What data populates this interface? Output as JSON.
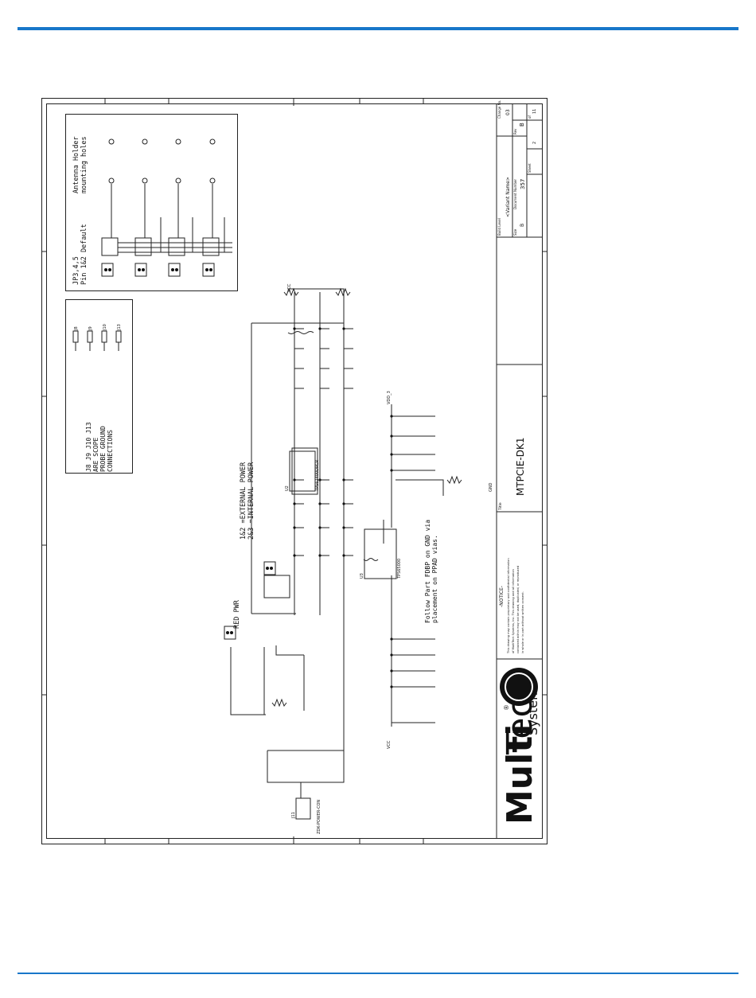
{
  "schematic": {
    "antenna_notes": [
      "Antenna Holder",
      "mounting holes"
    ],
    "jp_notes": [
      "JP3,4,5",
      "Pin 1&2 Default"
    ],
    "probe_notes": [
      "J8 J9 J10 J13",
      "ARE SCOPE",
      "PROBE GROUND",
      "CONNECTIONS"
    ],
    "power_notes": [
      "1&2 =EXTERNAL POWER",
      "2&3 =INTERNAL POWER"
    ],
    "red_pwr": "RED PWR",
    "follow_notes": [
      "Follow Part FDBP on GND via",
      "placement on PPAD vias."
    ],
    "probe_labels": [
      "J8",
      "J9",
      "J10",
      "J13"
    ],
    "ic_u2": "U2",
    "ic_u2_part": "TPS62400DRCR",
    "ic_u3": "U3",
    "ic_u3_part": "TPS65000",
    "connector_j11": "J11",
    "connector_j11_part": "ZDK-POWER-CON",
    "net_vcc": "VCC",
    "net_vdd": "VDD_3",
    "net_gnd": "GND"
  },
  "title_block": {
    "brand_multi": "Multi",
    "brand_tech": "Tech",
    "brand_reg": "®",
    "brand_systems": "Systems",
    "notice_title": "-NOTICE-",
    "notice_text": [
      "This drawing may contain proprietary and confidential information",
      "of MultiTech Systems, Inc. This drawing and all information",
      "contained within may not be used, duplicated, or reproduced",
      "in whole or in part without written consent."
    ],
    "title_label": "Title",
    "title": "MTPCIE-DK1",
    "build_level_label": "Build Level",
    "variant": "<Variant Name>",
    "size_label": "Size",
    "size": "B",
    "doc_number_label": "Document Number",
    "doc_number": "357",
    "rev_label": "Rev",
    "rev": "B",
    "change_no_label": "Change No.",
    "change_no": "03",
    "sheet_label": "Sheet",
    "sheet_no": "2",
    "of_label": "of",
    "sheet_total": "11"
  }
}
